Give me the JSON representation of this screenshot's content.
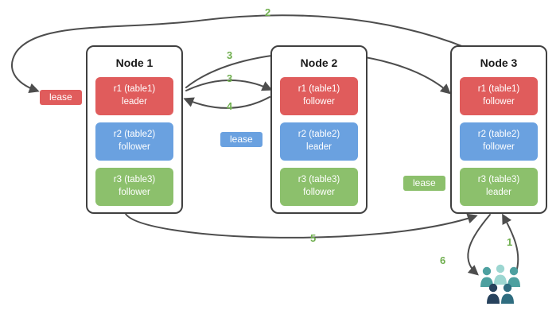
{
  "diagram": {
    "nodes": [
      {
        "title": "Node 1",
        "replicas": [
          {
            "name": "r1 (table1)",
            "role": "leader"
          },
          {
            "name": "r2 (table2)",
            "role": "follower"
          },
          {
            "name": "r3 (table3)",
            "role": "follower"
          }
        ]
      },
      {
        "title": "Node 2",
        "replicas": [
          {
            "name": "r1 (table1)",
            "role": "follower"
          },
          {
            "name": "r2 (table2)",
            "role": "leader"
          },
          {
            "name": "r3 (table3)",
            "role": "follower"
          }
        ]
      },
      {
        "title": "Node 3",
        "replicas": [
          {
            "name": "r1 (table1)",
            "role": "follower"
          },
          {
            "name": "r2 (table2)",
            "role": "follower"
          },
          {
            "name": "r3 (table3)",
            "role": "leader"
          }
        ]
      }
    ],
    "leases": [
      {
        "label": "lease"
      },
      {
        "label": "lease"
      },
      {
        "label": "lease"
      }
    ],
    "steps": {
      "s1": "1",
      "s2": "2",
      "s3a": "3",
      "s3b": "3",
      "s4": "4",
      "s5": "5",
      "s6": "6"
    },
    "icons": {
      "users": "users-group-icon"
    },
    "colors": {
      "replica_red": "#e05c5c",
      "replica_blue": "#6aa1e0",
      "replica_green": "#8cc06c",
      "step_number_green": "#6fae4e",
      "arrow_gray": "#4d4d4d",
      "node_border": "#404040",
      "users_teal": "#4da0a0",
      "users_light_teal": "#9cd6d1",
      "users_navy": "#27425d"
    }
  }
}
